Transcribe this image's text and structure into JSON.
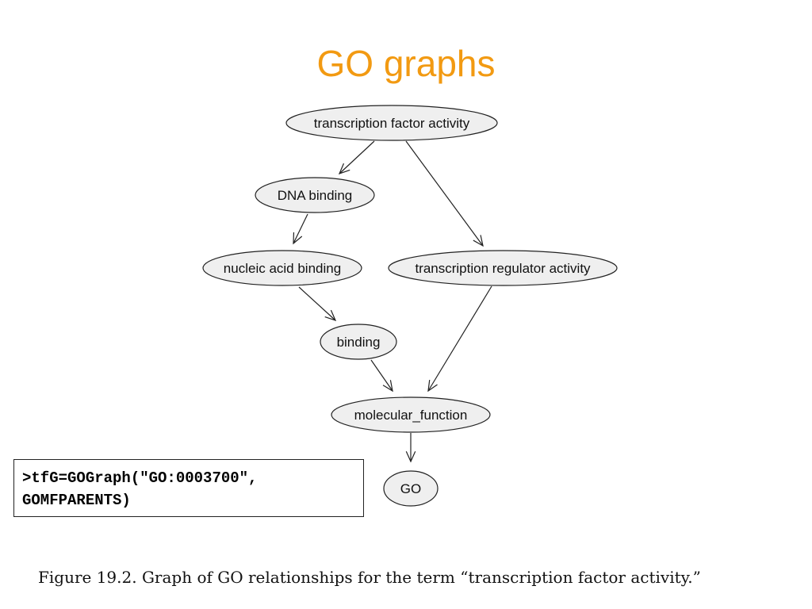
{
  "title": "GO graphs",
  "graph": {
    "nodes": [
      {
        "id": "tfa",
        "label": "transcription factor activity"
      },
      {
        "id": "dna",
        "label": "DNA binding"
      },
      {
        "id": "nab",
        "label": "nucleic acid binding"
      },
      {
        "id": "tra",
        "label": "transcription regulator activity"
      },
      {
        "id": "bind",
        "label": "binding"
      },
      {
        "id": "mf",
        "label": "molecular_function"
      },
      {
        "id": "go",
        "label": "GO"
      }
    ],
    "edges": [
      {
        "from": "tfa",
        "to": "dna"
      },
      {
        "from": "tfa",
        "to": "tra"
      },
      {
        "from": "dna",
        "to": "nab"
      },
      {
        "from": "nab",
        "to": "bind"
      },
      {
        "from": "bind",
        "to": "mf"
      },
      {
        "from": "tra",
        "to": "mf"
      },
      {
        "from": "mf",
        "to": "go"
      }
    ]
  },
  "code": {
    "line1": ">tfG=GOGraph(\"GO:0003700\",",
    "line2": "GOMFPARENTS)"
  },
  "caption": "Figure 19.2. Graph of GO relationships for the term “transcription factor activity.”"
}
